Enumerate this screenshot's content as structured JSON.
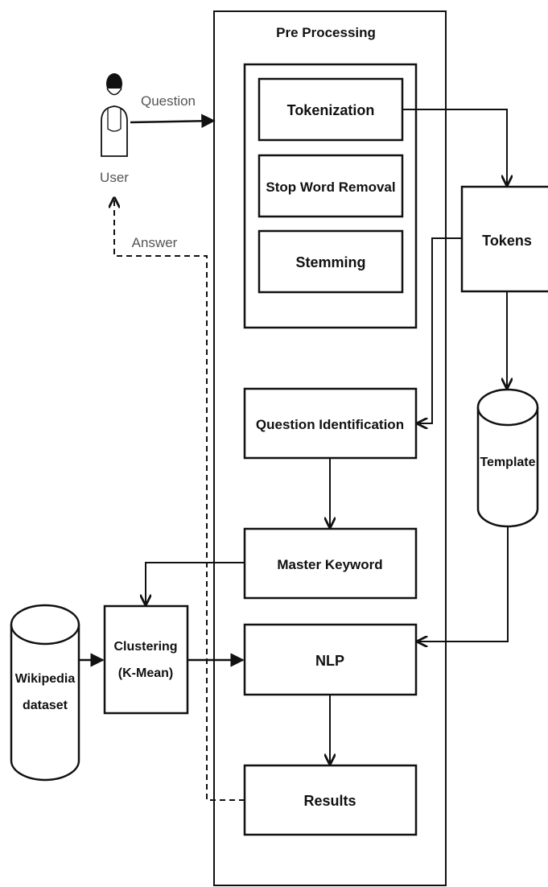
{
  "diagram": {
    "container_title": "Pre Processing",
    "actor": {
      "label": "User"
    },
    "edge_labels": {
      "question": "Question",
      "answer": "Answer"
    },
    "nodes": {
      "tokenization": "Tokenization",
      "stop_word_removal": "Stop Word Removal",
      "stemming": "Stemming",
      "tokens": "Tokens",
      "template": "Template",
      "question_identification": "Question Identification",
      "master_keyword": "Master Keyword",
      "wikipedia_line1": "Wikipedia",
      "wikipedia_line2": "dataset",
      "clustering_line1": "Clustering",
      "clustering_line2": "(K-Mean)",
      "nlp": "NLP",
      "results": "Results"
    }
  }
}
